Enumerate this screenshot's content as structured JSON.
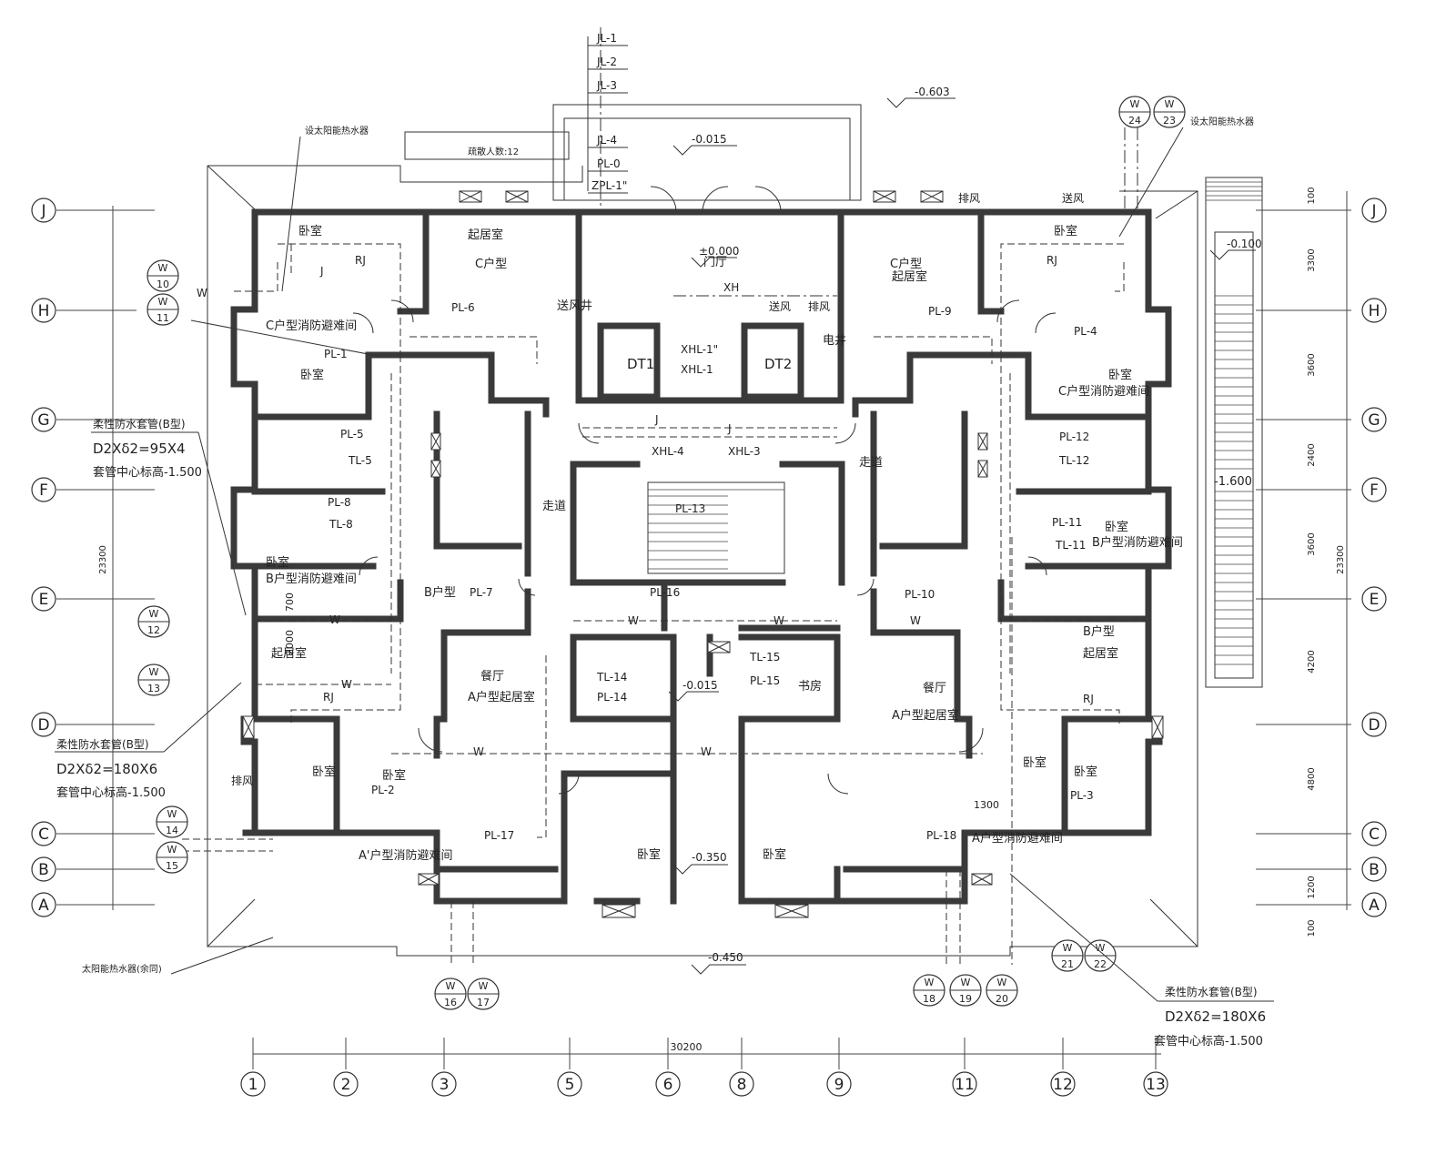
{
  "grid": {
    "rows": [
      "J",
      "H",
      "G",
      "F",
      "E",
      "D",
      "C",
      "B",
      "A"
    ],
    "cols": [
      "1",
      "2",
      "3",
      "5",
      "6",
      "8",
      "9",
      "11",
      "12",
      "13"
    ],
    "total_width": "30200",
    "total_height": "23300",
    "right_dims": [
      "100",
      "3300",
      "3600",
      "2400",
      "3600",
      "4200",
      "4800",
      "1200",
      "100"
    ]
  },
  "pipes": [
    "JL-1",
    "JL-2",
    "JL-3",
    "JL-4",
    "PL-0",
    "ZPL-1\""
  ],
  "elevations": {
    "e603": "-0.603",
    "e015_top": "-0.015",
    "e000": "±0.000",
    "e100": "-0.100",
    "e1600": "-1.600",
    "e015_mid": "-0.015",
    "e350": "-0.350",
    "e450": "-0.450"
  },
  "rooms": {
    "bedroom": "卧室",
    "living": "起居室",
    "c_type": "C户型",
    "c_type2": "C户型",
    "c_refuge": "C户型消防避难间",
    "c_refuge_r": "C户型消防避难间",
    "b_refuge": "B户型消防避难间",
    "b_refuge_r": "B户型消防避难间",
    "b_type": "B户型",
    "b_type_r": "B户型",
    "dining": "餐厅",
    "dining_r": "餐厅",
    "a_type_living": "A户型起居室",
    "a_type_living_r": "A户型起居室",
    "a1_refuge": "A'户型消防避难间",
    "a_refuge": "A户型消防避难间",
    "study": "书房",
    "lobby": "门厅",
    "supply_well": "送风井",
    "elec_well": "电井",
    "corridor": "走道",
    "supply": "送风",
    "exhaust": "排风",
    "dt1": "DT1",
    "dt2": "DT2",
    "r1300": "1300",
    "d700": "700",
    "d2000": "2000"
  },
  "risers": {
    "pl1": "PL-1",
    "pl2": "PL-2",
    "pl3": "PL-3",
    "pl4": "PL-4",
    "pl5": "PL-5",
    "tl5": "TL-5",
    "pl6": "PL-6",
    "pl7": "PL-7",
    "pl8": "PL-8",
    "tl8": "TL-8",
    "pl9": "PL-9",
    "pl10": "PL-10",
    "pl11": "PL-11",
    "tl11": "TL-11",
    "pl12": "PL-12",
    "tl12": "TL-12",
    "pl13": "PL-13",
    "pl14": "PL-14",
    "tl14": "TL-14",
    "pl15": "PL-15",
    "tl15": "TL-15",
    "pl16": "PL-16",
    "pl17": "PL-17",
    "pl18": "PL-18",
    "xhl1": "XHL-1",
    "xhl1q": "XHL-1\"",
    "xhl3": "XHL-3",
    "xhl4": "XHL-4",
    "xh": "XH",
    "rj": "RJ",
    "j": "J",
    "w": "W"
  },
  "outlets": [
    "10",
    "11",
    "12",
    "13",
    "14",
    "15",
    "16",
    "17",
    "18",
    "19",
    "20",
    "21",
    "22",
    "23",
    "24"
  ],
  "notes": {
    "sleeve1_title": "柔性防水套管(B型)",
    "sleeve1_spec": "D2Xδ2=95X4",
    "sleeve1_elev": "套管中心标高-1.500",
    "sleeve2_title": "柔性防水套管(B型)",
    "sleeve2_spec": "D2Xδ2=180X6",
    "sleeve2_elev": "套管中心标高-1.500",
    "sleeve3_title": "柔性防水套管(B型)",
    "sleeve3_spec": "D2Xδ2=180X6",
    "sleeve3_elev": "套管中心标高-1.500",
    "top_left_note": "设太阳能热水器",
    "top_right_note": "设太阳能热水器",
    "stair_note": "疏散人数:12",
    "bottom_left_note": "太阳能热水器(余同)"
  }
}
